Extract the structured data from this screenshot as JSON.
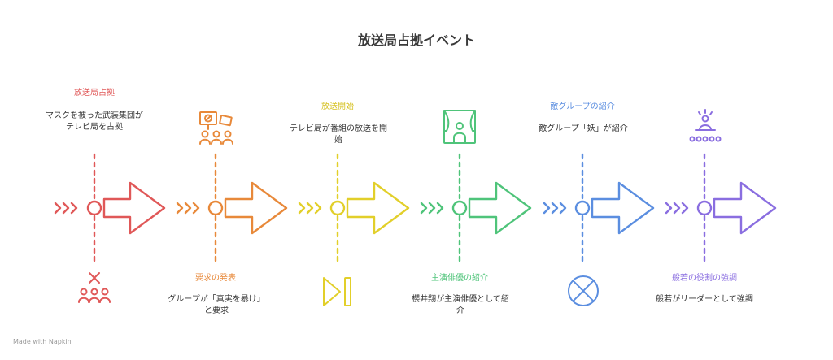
{
  "title": "放送局占拠イベント",
  "events": [
    {
      "heading": "放送局占拠",
      "desc": "マスクを被った武装集団がテレビ局を占拠",
      "color": "#e05858",
      "side": "top",
      "icon": "x-over-people-icon"
    },
    {
      "heading": "要求の発表",
      "desc": "グループが「真実を暴け」と要求",
      "color": "#e8893a",
      "side": "bottom",
      "icon": "protest-signs-icon"
    },
    {
      "heading": "放送開始",
      "desc": "テレビ局が番組の放送を開始",
      "color": "#e2cf2a",
      "side": "top",
      "icon": "play-pause-icon"
    },
    {
      "heading": "主演俳優の紹介",
      "desc": "櫻井翔が主演俳優として紹介",
      "color": "#4fc47a",
      "side": "bottom",
      "icon": "stage-curtain-person-icon"
    },
    {
      "heading": "敵グループの紹介",
      "desc": "敵グループ「妖」が紹介",
      "color": "#5b8ee0",
      "side": "top",
      "icon": "circle-x-icon"
    },
    {
      "heading": "般若の役割の強調",
      "desc": "般若がリーダーとして強調",
      "color": "#8a6ee0",
      "side": "bottom",
      "icon": "spotlight-audience-icon"
    }
  ],
  "footer": "Made with  Napkin"
}
